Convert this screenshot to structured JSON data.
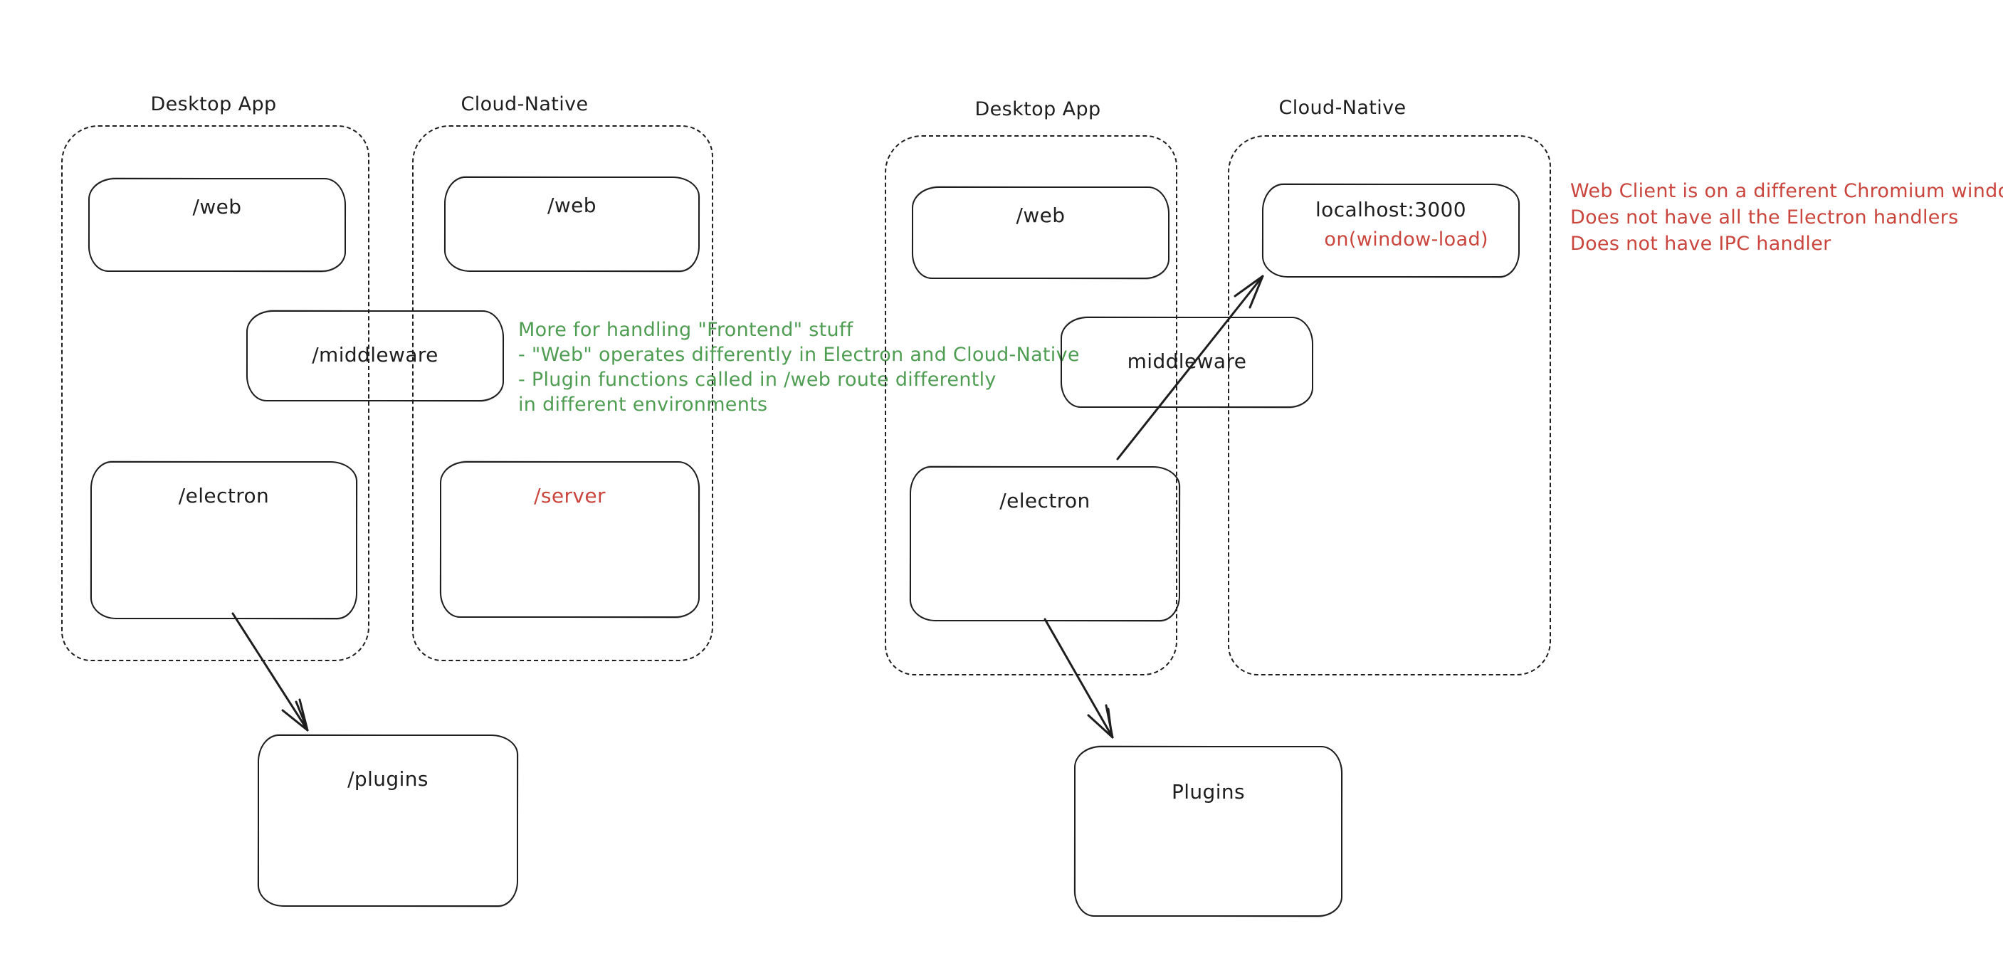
{
  "colors": {
    "stroke": "#1e1e1e",
    "background": "#ffffff",
    "green": "#4f9d52",
    "red": "#c9453d"
  },
  "left_diagram": {
    "desktop_group_label": "Desktop App",
    "cloud_group_label": "Cloud-Native",
    "nodes": {
      "web_desktop": {
        "label": "/web"
      },
      "web_cloud": {
        "label": "/web"
      },
      "middleware": {
        "label": "/middleware"
      },
      "electron": {
        "label": "/electron"
      },
      "server": {
        "label": "/server",
        "label_color": "#c9453d"
      },
      "plugins": {
        "label": "/plugins"
      }
    },
    "green_note": {
      "color": "#4f9d52",
      "lines": [
        "More for handling \"Frontend\" stuff",
        "- \"Web\" operates differently in Electron and Cloud-Native",
        "- Plugin functions called in /web route differently",
        "in different environments"
      ]
    }
  },
  "right_diagram": {
    "desktop_group_label": "Desktop App",
    "cloud_group_label": "Cloud-Native",
    "nodes": {
      "web": {
        "label": "/web"
      },
      "localhost": {
        "label": "localhost:3000",
        "sublabel": "on(window-load)",
        "sublabel_color": "#c9453d"
      },
      "middleware": {
        "label": "middleware"
      },
      "electron": {
        "label": "/electron"
      },
      "plugins": {
        "label": "Plugins"
      }
    },
    "red_note": {
      "color": "#c9453d",
      "lines": [
        "Web Client is on a different Chromium window",
        "Does not have all the Electron handlers",
        "Does not have IPC handler"
      ]
    }
  }
}
